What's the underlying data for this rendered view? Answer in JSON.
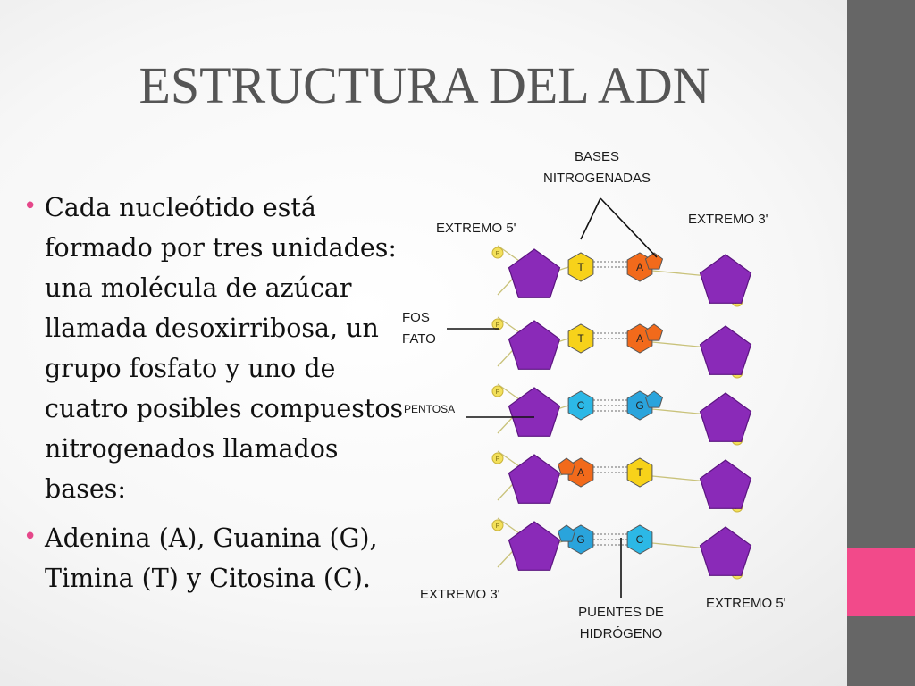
{
  "slide": {
    "title": "ESTRUCTURA DEL ADN",
    "bullets": [
      "Cada nucleótido está formado por tres unidades: una molécula de azúcar llamada desoxirribosa, un grupo fosfato y uno de cuatro posibles compuestos nitrogenados llamados bases:",
      "Adenina (A), Guanina (G), Timina (T) y Citosina (C)."
    ],
    "bullet_glyph": "•"
  },
  "diagram": {
    "labels": {
      "bases_line1": "BASES",
      "bases_line2": "NITROGENADAS",
      "extremo5_top": "EXTREMO 5'",
      "extremo3_top": "EXTREMO 3'",
      "fosfato_line1": "FOS",
      "fosfato_line2": "FATO",
      "pentosa": "PENTOSA",
      "extremo3_bottom": "EXTREMO 3'",
      "extremo5_bottom": "EXTREMO 5'",
      "puentes_line1": "PUENTES DE",
      "puentes_line2": "HIDRÓGENO"
    },
    "phosphate_letter": "P",
    "base_pairs": [
      {
        "left": "T",
        "right": "A"
      },
      {
        "left": "T",
        "right": "A"
      },
      {
        "left": "C",
        "right": "G"
      },
      {
        "left": "A",
        "right": "T"
      },
      {
        "left": "G",
        "right": "C"
      }
    ],
    "colors": {
      "A": "#f26a1b",
      "T": "#f7d21a",
      "C": "#2cb8e6",
      "G": "#2aa4dc",
      "sugar": "#8a2ab8",
      "phosphate": "#f3e05a",
      "side_bar": "#666666",
      "accent": "#f24a8a"
    }
  }
}
